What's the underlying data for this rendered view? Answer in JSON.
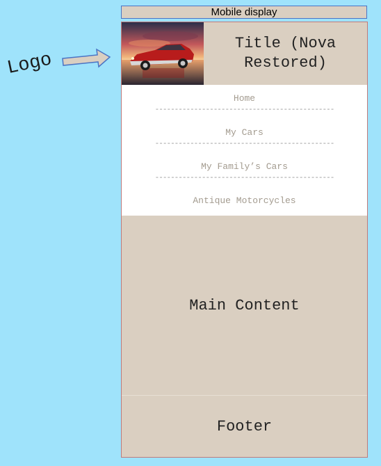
{
  "banner": {
    "label": "Mobile display"
  },
  "annotation": {
    "logo_label": "Logo"
  },
  "header": {
    "title": "Title (Nova Restored)"
  },
  "nav": {
    "items": [
      {
        "label": "Home"
      },
      {
        "label": "My Cars"
      },
      {
        "label": "My Family’s Cars"
      },
      {
        "label": "Antique Motorcycles"
      }
    ],
    "separator": "----------------------------------------------"
  },
  "main": {
    "label": "Main Content"
  },
  "footer": {
    "label": "Footer"
  },
  "colors": {
    "background": "#9fe3fb",
    "panel": "#dacfc1",
    "nav_background": "#ffffff",
    "nav_text": "#a39b8f",
    "frame_border": "#c07a7a",
    "banner_border": "#4a74c4",
    "arrow_fill": "#dacfc1",
    "arrow_stroke": "#4a74c4"
  }
}
